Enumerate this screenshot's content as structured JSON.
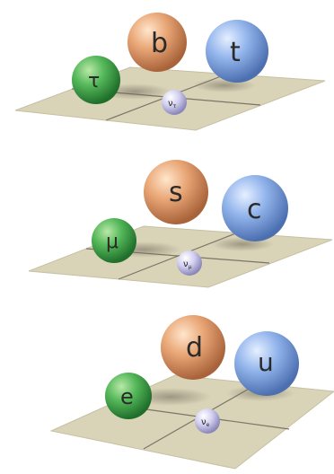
{
  "generations": [
    {
      "lepton": "τ",
      "down_quark": "b",
      "up_quark": "t",
      "neutrino": "ν",
      "neutrino_sub": "τ"
    },
    {
      "lepton": "μ",
      "down_quark": "s",
      "up_quark": "c",
      "neutrino": "ν",
      "neutrino_sub": "μ"
    },
    {
      "lepton": "e",
      "down_quark": "d",
      "up_quark": "u",
      "neutrino": "ν",
      "neutrino_sub": "e"
    }
  ],
  "colors": {
    "lepton": "#4caf50",
    "down_quark": "#e8a070",
    "up_quark": "#8eb0e8",
    "neutrino": "#c8c4e8",
    "plane": "#d9d3b8",
    "plane_line": "#7a7566",
    "label": "#2a2a2a"
  }
}
